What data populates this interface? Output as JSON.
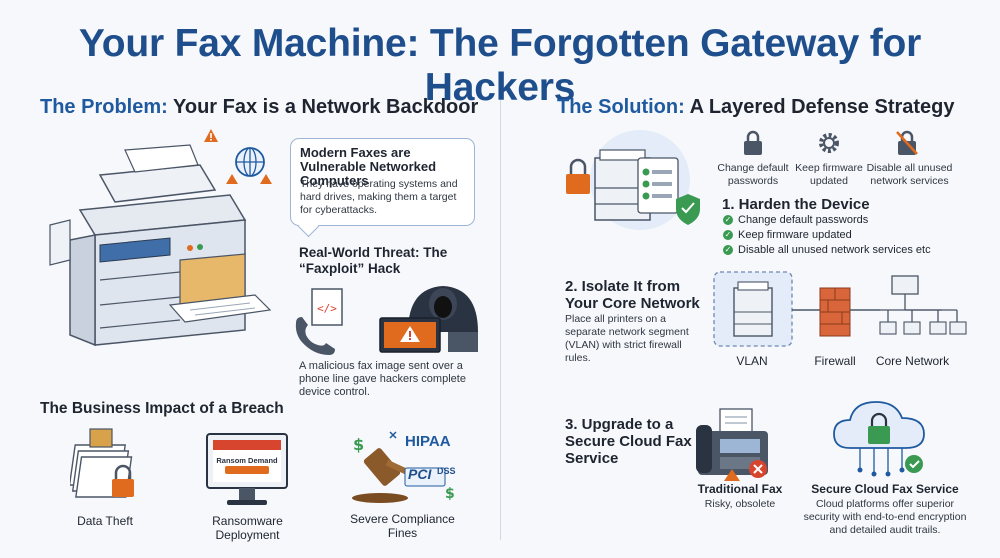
{
  "title": "Your Fax Machine: The Forgotten Gateway for Hackers",
  "problem": {
    "heading_prefix": "The Problem:",
    "heading_rest": " Your Fax is a Network Backdoor",
    "bubble_title": "Modern Faxes are Vulnerable Networked Computers",
    "bubble_text": "They have operating systems and hard drives, making them a target for cyberattacks.",
    "threat_title": "Real-World Threat: The “Faxploit” Hack",
    "threat_text": "A malicious fax image sent over a phone line gave hackers complete device control.",
    "impact_heading": "The Business Impact of a Breach",
    "impacts": [
      {
        "label": "Data Theft",
        "icon": "documents-lock-icon"
      },
      {
        "label": "Ransomware Deployment",
        "icon": "monitor-ransom-icon",
        "screen_text": "Ransom Demand"
      },
      {
        "label": "Severe Compliance Fines",
        "icon": "gavel-icon",
        "badges": [
          "HIPAA",
          "PCI",
          "DSS"
        ]
      }
    ]
  },
  "solution": {
    "heading_prefix": "The Solution:",
    "heading_rest": " A Layered Defense Strategy",
    "step1": {
      "icons": [
        {
          "label": "Change default passwords",
          "icon": "lock-icon"
        },
        {
          "label": "Keep firmware updated",
          "icon": "gear-icon"
        },
        {
          "label": "Disable all unused network services",
          "icon": "lock-disabled-icon"
        }
      ],
      "title": "1. Harden the Device",
      "checks": [
        "Change default passwords",
        "Keep firmware updated",
        "Disable all unused network services etc"
      ]
    },
    "step2": {
      "title": "2. Isolate It from Your Core Network",
      "text": "Place all printers on a separate network segment (VLAN) with strict firewall rules.",
      "labels": {
        "vlan": "VLAN",
        "firewall": "Firewall",
        "core": "Core Network"
      }
    },
    "step3": {
      "title": "3. Upgrade to a Secure Cloud Fax Service",
      "traditional_title": "Traditional Fax",
      "traditional_text": "Risky, obsolete",
      "cloud_title": "Secure Cloud Fax Service",
      "cloud_text": "Cloud platforms offer superior security with end-to-end encryption and detailed audit trails."
    }
  },
  "colors": {
    "title": "#1f4e8c",
    "accent_blue": "#1f5aa0",
    "warning": "#e06a1e",
    "alert": "#d8452f",
    "success": "#3a9a52",
    "brick": "#d9663a"
  }
}
